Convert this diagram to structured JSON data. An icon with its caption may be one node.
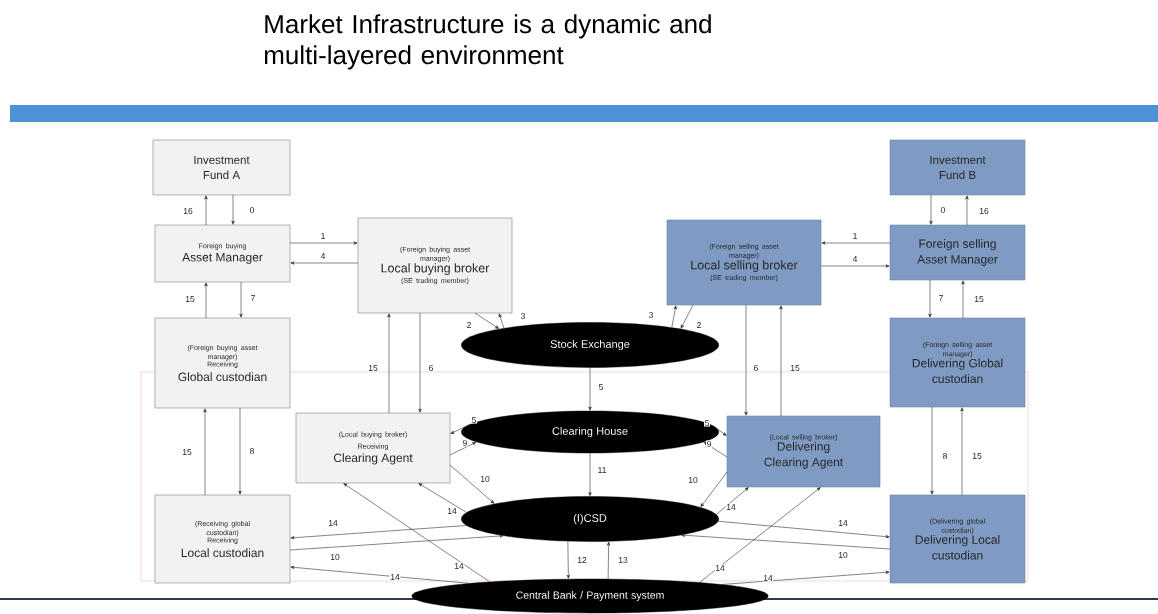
{
  "diagram": {
    "title": "Market Infrastructure is a dynamic and multi-layered environment",
    "nodes": [
      {
        "text": [
          "Investment Fund A"
        ]
      },
      {
        "text": [
          "Investment Fund B"
        ]
      },
      {
        "text": [
          "Foreign buying",
          "Asset Manager"
        ]
      },
      {
        "text": [
          "(Foreign buying asset manager)",
          "Local buying broker",
          "(SE trading member)"
        ]
      },
      {
        "text": [
          "(Foreign selling asset manager)",
          "Local selling broker",
          "(SE trading member)"
        ]
      },
      {
        "text": [
          "Foreign selling Asset Manager"
        ]
      },
      {
        "text": [
          "(Foreign buying asset manager)",
          "Receiving",
          "Global custodian"
        ]
      },
      {
        "text": [
          "Stock Exchange"
        ]
      },
      {
        "text": [
          "(Foreign selling asset manager)",
          "Delivering Global custodian"
        ]
      },
      {
        "text": [
          "(Local buying broker)",
          "Receiving",
          "Clearing Agent"
        ]
      },
      {
        "text": [
          "Clearing House"
        ]
      },
      {
        "text": [
          "(Local selling broker)",
          "Delivering Clearing Agent"
        ]
      },
      {
        "text": [
          "(Receiving global custodian)",
          "Receiving",
          "Local custodian"
        ]
      },
      {
        "text": [
          "(I)CSD"
        ]
      },
      {
        "text": [
          "(Delivering global custodian)",
          "Delivering Local custodian"
        ]
      },
      {
        "text": [
          "Central Bank / Payment system"
        ]
      }
    ],
    "edges": [
      {
        "from": 0,
        "to": 2,
        "arrow": "to",
        "label": "0"
      },
      {
        "from": 2,
        "to": 0,
        "arrow": "to",
        "label": "16"
      },
      {
        "from": 1,
        "to": 5,
        "arrow": "to",
        "label": "0"
      },
      {
        "from": 5,
        "to": 1,
        "arrow": "to",
        "label": "16"
      },
      {
        "from": 2,
        "to": 3,
        "arrow": "to",
        "label": "1"
      },
      {
        "from": 3,
        "to": 2,
        "arrow": "to",
        "label": "4"
      },
      {
        "from": 5,
        "to": 4,
        "arrow": "to",
        "label": "1"
      },
      {
        "from": 4,
        "to": 5,
        "arrow": "to",
        "label": "4"
      },
      {
        "from": 2,
        "to": 6,
        "arrow": "to",
        "label": "7"
      },
      {
        "from": 6,
        "to": 2,
        "arrow": "to",
        "label": "15"
      },
      {
        "from": 5,
        "to": 8,
        "arrow": "to",
        "label": "7"
      },
      {
        "from": 8,
        "to": 5,
        "arrow": "to",
        "label": "15"
      },
      {
        "from": 3,
        "to": 7,
        "arrow": "to",
        "label": "2"
      },
      {
        "from": 7,
        "to": 3,
        "arrow": "to",
        "label": "3"
      },
      {
        "from": 7,
        "to": 4,
        "arrow": "to",
        "label": "3"
      },
      {
        "from": 4,
        "to": 7,
        "arrow": "to",
        "label": "2"
      },
      {
        "from": 3,
        "to": 9,
        "arrow": "to",
        "label": "6"
      },
      {
        "from": 9,
        "to": 3,
        "arrow": "to",
        "label": "15"
      },
      {
        "from": 4,
        "to": 11,
        "arrow": "to",
        "label": "6"
      },
      {
        "from": 11,
        "to": 4,
        "arrow": "to",
        "label": "15"
      },
      {
        "from": 7,
        "to": 10,
        "arrow": "to",
        "label": "5"
      },
      {
        "from": 10,
        "to": 9,
        "arrow": "to",
        "label": "5"
      },
      {
        "from": 9,
        "to": 10,
        "arrow": "to",
        "label": "9"
      },
      {
        "from": 10,
        "to": 11,
        "arrow": "to",
        "label": "5"
      },
      {
        "from": 11,
        "to": 10,
        "arrow": "to",
        "label": "9"
      },
      {
        "from": 10,
        "to": 13,
        "arrow": "to",
        "label": "11"
      },
      {
        "from": 9,
        "to": 13,
        "arrow": "to",
        "label": "10"
      },
      {
        "from": 13,
        "to": 9,
        "arrow": "to",
        "label": "14"
      },
      {
        "from": 11,
        "to": 13,
        "arrow": "to",
        "label": "10"
      },
      {
        "from": 13,
        "to": 11,
        "arrow": "to",
        "label": "14"
      },
      {
        "from": 6,
        "to": 12,
        "arrow": "to",
        "label": "8"
      },
      {
        "from": 12,
        "to": 6,
        "arrow": "to",
        "label": "15"
      },
      {
        "from": 8,
        "to": 14,
        "arrow": "to",
        "label": "8"
      },
      {
        "from": 14,
        "to": 8,
        "arrow": "to",
        "label": "15"
      },
      {
        "from": 13,
        "to": 12,
        "arrow": "to",
        "label": "14"
      },
      {
        "from": 12,
        "to": 13,
        "arrow": "to",
        "label": "10"
      },
      {
        "from": 13,
        "to": 14,
        "arrow": "to",
        "label": "14"
      },
      {
        "from": 14,
        "to": 13,
        "arrow": "to",
        "label": "10"
      },
      {
        "from": 13,
        "to": 15,
        "arrow": "to",
        "label": "12"
      },
      {
        "from": 15,
        "to": 13,
        "arrow": "to",
        "label": "13"
      },
      {
        "from": 15,
        "to": 12,
        "arrow": "to",
        "label": "14"
      },
      {
        "from": 15,
        "to": 9,
        "arrow": "to",
        "label": "14"
      },
      {
        "from": 15,
        "to": 11,
        "arrow": "to",
        "label": "14"
      },
      {
        "from": 15,
        "to": 14,
        "arrow": "to",
        "label": "14"
      }
    ]
  }
}
